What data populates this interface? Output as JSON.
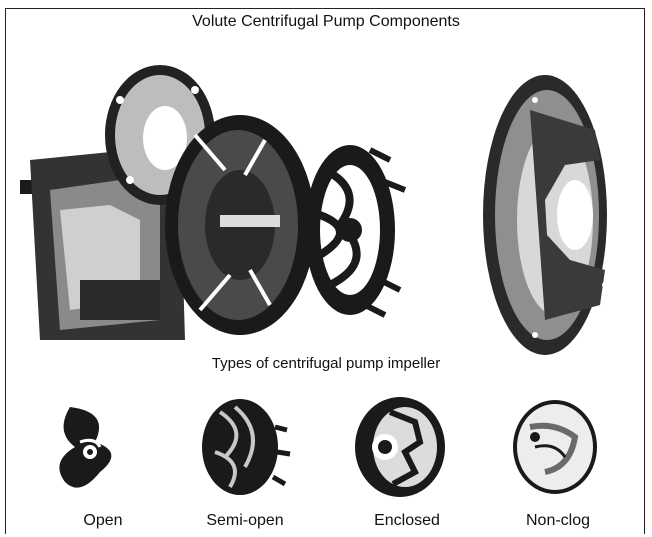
{
  "title": "Volute Centrifugal Pump Components",
  "subtitle": "Types of centrifugal pump impeller",
  "impellers": [
    {
      "label": "Open"
    },
    {
      "label": "Semi-open"
    },
    {
      "label": "Enclosed"
    },
    {
      "label": "Non-clog"
    }
  ],
  "colors": {
    "ink": "#1a1a1a",
    "paper": "#ffffff",
    "shade": "#6a6a6a"
  }
}
